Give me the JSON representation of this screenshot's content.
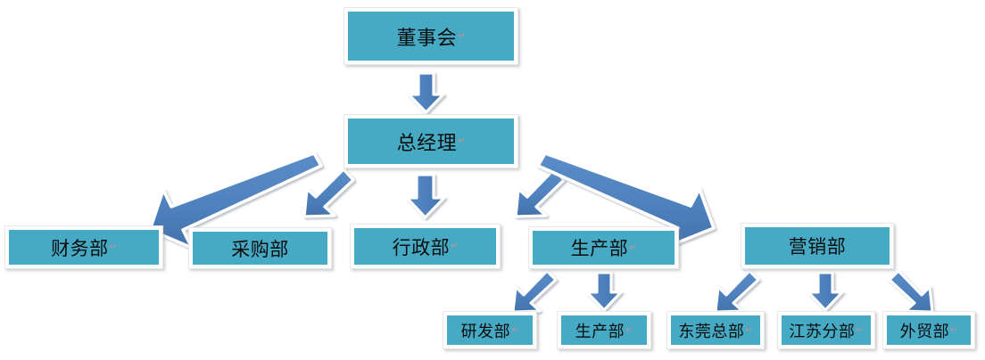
{
  "diagram": {
    "type": "org-chart",
    "title_text": "",
    "colors": {
      "node_fill": "#46AAC5",
      "node_border": "#E9E9E9",
      "arrow_fill": "#4F81BD",
      "arrow_outline": "#FFFFFF",
      "arrow_shadow": "#BFBFBF",
      "text": "#0D0D0D",
      "pilcrow": "#C98F8F",
      "background": "#FFFFFF"
    },
    "pilcrow_glyph": "↵",
    "levels": [
      {
        "level": 1,
        "name": "board-level",
        "nodes": [
          {
            "id": "board",
            "label": "董事会",
            "pilcrow": true
          }
        ]
      },
      {
        "level": 2,
        "name": "general-manager-level",
        "nodes": [
          {
            "id": "gm",
            "label": "总经理",
            "pilcrow": true
          }
        ]
      },
      {
        "level": 3,
        "name": "department-level",
        "nodes": [
          {
            "id": "finance",
            "label": "财务部",
            "pilcrow": true
          },
          {
            "id": "procurement",
            "label": "采购部",
            "pilcrow": false
          },
          {
            "id": "administration",
            "label": "行政部",
            "pilcrow": true
          },
          {
            "id": "production",
            "label": "生产部",
            "pilcrow": true
          },
          {
            "id": "marketing",
            "label": "营销部",
            "pilcrow": false
          }
        ]
      },
      {
        "level": 4,
        "name": "sub-department-level",
        "nodes": [
          {
            "id": "rnd",
            "label": "研发部",
            "pilcrow": true
          },
          {
            "id": "production-sub",
            "label": "生产部",
            "pilcrow": true
          },
          {
            "id": "dongguan-hq",
            "label": "东莞总部",
            "pilcrow": true
          },
          {
            "id": "jiangsu-branch",
            "label": "江苏分部",
            "pilcrow": true
          },
          {
            "id": "foreign-trade",
            "label": "外贸部",
            "pilcrow": true
          }
        ]
      }
    ],
    "connections": [
      {
        "from": "board",
        "to": "gm",
        "style": "down"
      },
      {
        "from": "gm",
        "to": "finance",
        "style": "diagonal-left-long"
      },
      {
        "from": "gm",
        "to": "procurement",
        "style": "diagonal-left-short"
      },
      {
        "from": "gm",
        "to": "administration",
        "style": "down"
      },
      {
        "from": "gm",
        "to": "production",
        "style": "diagonal-right-short"
      },
      {
        "from": "gm",
        "to": "marketing",
        "style": "diagonal-right-long"
      },
      {
        "from": "production",
        "to": "rnd",
        "style": "diagonal-left-short"
      },
      {
        "from": "production",
        "to": "production-sub",
        "style": "down"
      },
      {
        "from": "marketing",
        "to": "dongguan-hq",
        "style": "diagonal-left-short"
      },
      {
        "from": "marketing",
        "to": "jiangsu-branch",
        "style": "down"
      },
      {
        "from": "marketing",
        "to": "foreign-trade",
        "style": "diagonal-right-short"
      }
    ]
  }
}
